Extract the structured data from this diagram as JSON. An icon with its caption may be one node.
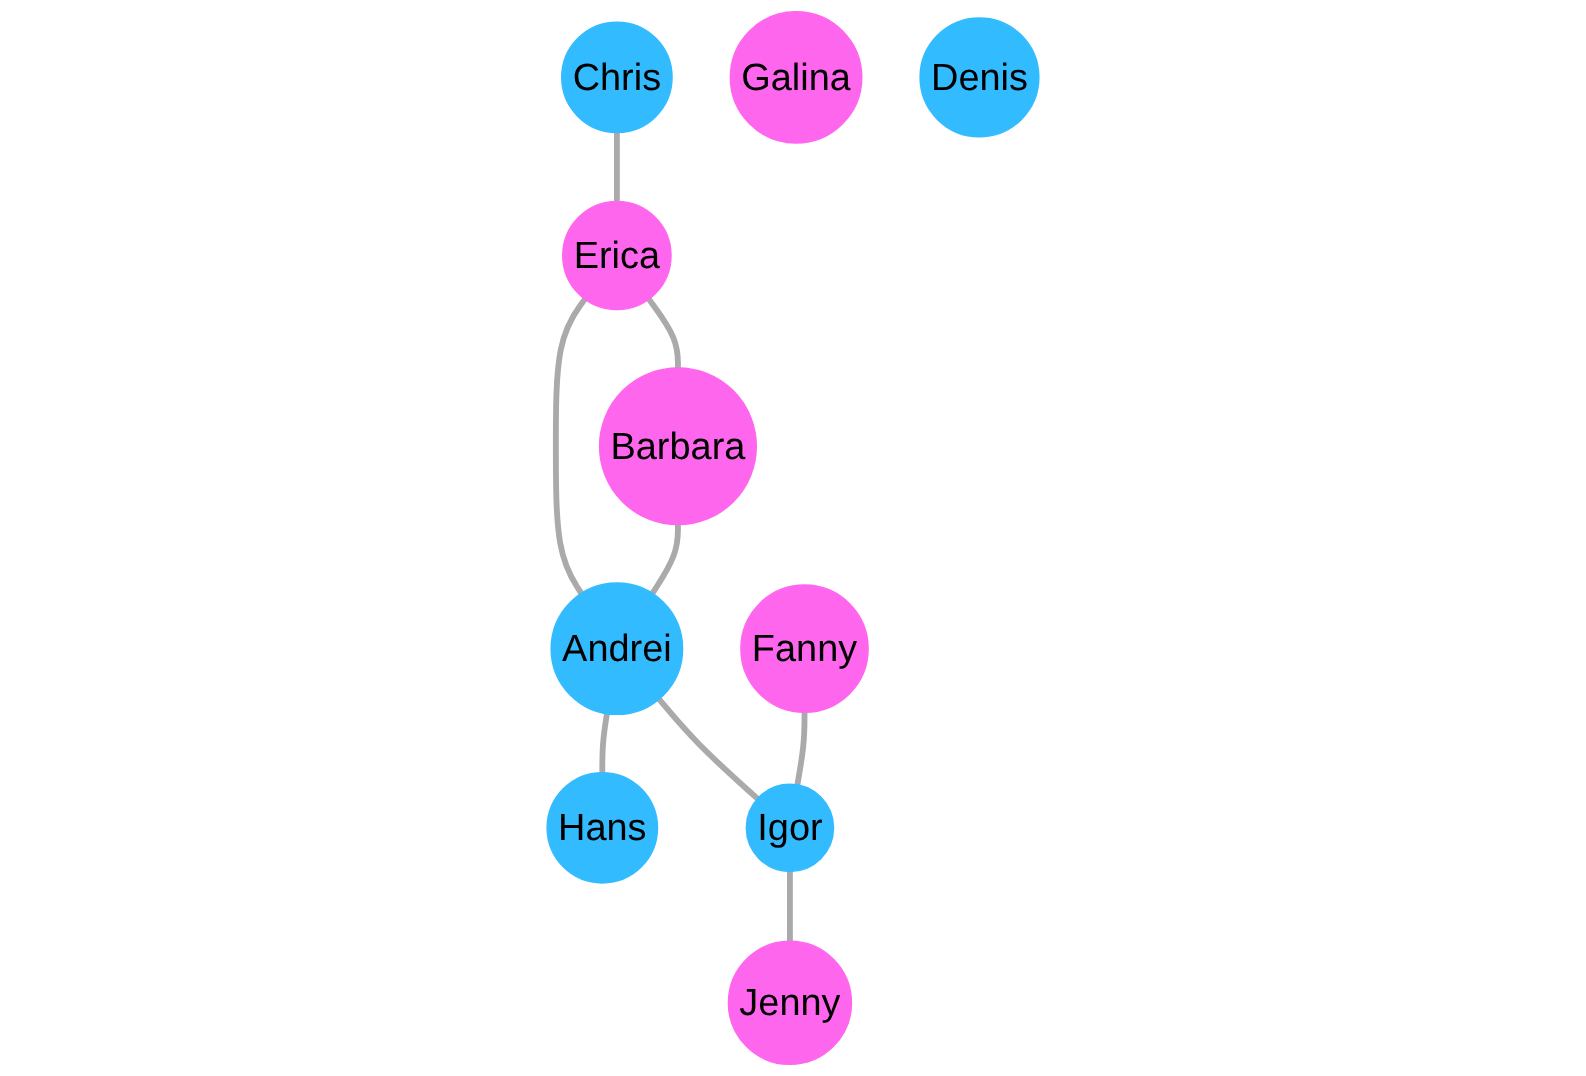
{
  "diagram": {
    "nodes": [
      {
        "text": [
          "Erica"
        ]
      },
      {
        "text": [
          "Chris"
        ]
      },
      {
        "text": [
          "Barbara"
        ]
      },
      {
        "text": [
          "Andrei"
        ]
      },
      {
        "text": [
          "Hans"
        ]
      },
      {
        "text": [
          "Fanny"
        ]
      },
      {
        "text": [
          "Igor"
        ]
      },
      {
        "text": [
          "Jenny"
        ]
      },
      {
        "text": [
          "Galina"
        ]
      },
      {
        "text": [
          "Denis"
        ]
      }
    ],
    "edges": [
      {
        "from": 1,
        "to": 0,
        "arrow": "none"
      },
      {
        "from": 0,
        "to": 2,
        "arrow": "none"
      },
      {
        "from": 0,
        "to": 3,
        "arrow": "none"
      },
      {
        "from": 2,
        "to": 3,
        "arrow": "none"
      },
      {
        "from": 3,
        "to": 4,
        "arrow": "none"
      },
      {
        "from": 3,
        "to": 6,
        "arrow": "none"
      },
      {
        "from": 5,
        "to": 6,
        "arrow": "none"
      },
      {
        "from": 6,
        "to": 7,
        "arrow": "none"
      }
    ]
  }
}
